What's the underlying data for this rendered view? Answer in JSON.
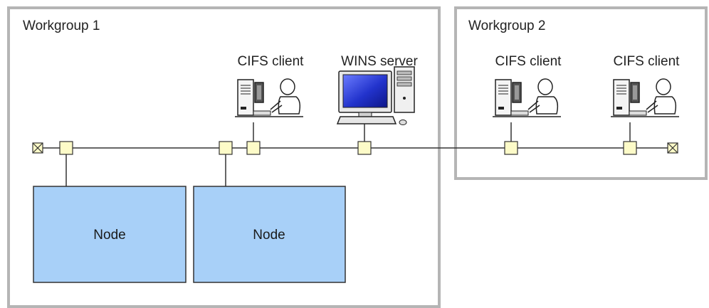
{
  "workgroups": [
    {
      "label": "Workgroup 1"
    },
    {
      "label": "Workgroup 2"
    }
  ],
  "devices": {
    "cifs_client_1": {
      "label": "CIFS client"
    },
    "wins_server": {
      "label": "WINS server"
    },
    "cifs_client_2": {
      "label": "CIFS client"
    },
    "cifs_client_3": {
      "label": "CIFS client"
    }
  },
  "nodes": [
    {
      "label": "Node"
    },
    {
      "label": "Node"
    }
  ],
  "colors": {
    "workgroup_border": "#b5b5b5",
    "node_fill": "#a8d0f8",
    "node_border": "#333333",
    "connector_fill": "#fdfbc8",
    "line": "#333333",
    "monitor_screen": "#2233cc"
  }
}
